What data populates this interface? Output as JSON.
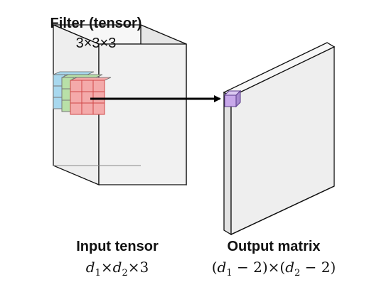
{
  "filter": {
    "title": "Filter (tensor)",
    "size": "3×3×3",
    "front_color": "#f4aaaa",
    "middle_color": "#b8e0a8",
    "back_color": "#a8d8ee",
    "edge_color": "#d04848"
  },
  "input": {
    "title": "Input tensor",
    "dims_parts": [
      "d",
      "1",
      "×",
      "d",
      "2",
      "×3"
    ]
  },
  "output": {
    "title": "Output matrix",
    "dims_parts": [
      "(",
      "d",
      "1",
      " − 2)×(",
      "d",
      "2",
      " − 2)"
    ],
    "cell_color": "#c8a8ea"
  },
  "colors": {
    "box_front": "#f2f2f2",
    "box_edge": "#111111",
    "arrow": "#000000"
  }
}
